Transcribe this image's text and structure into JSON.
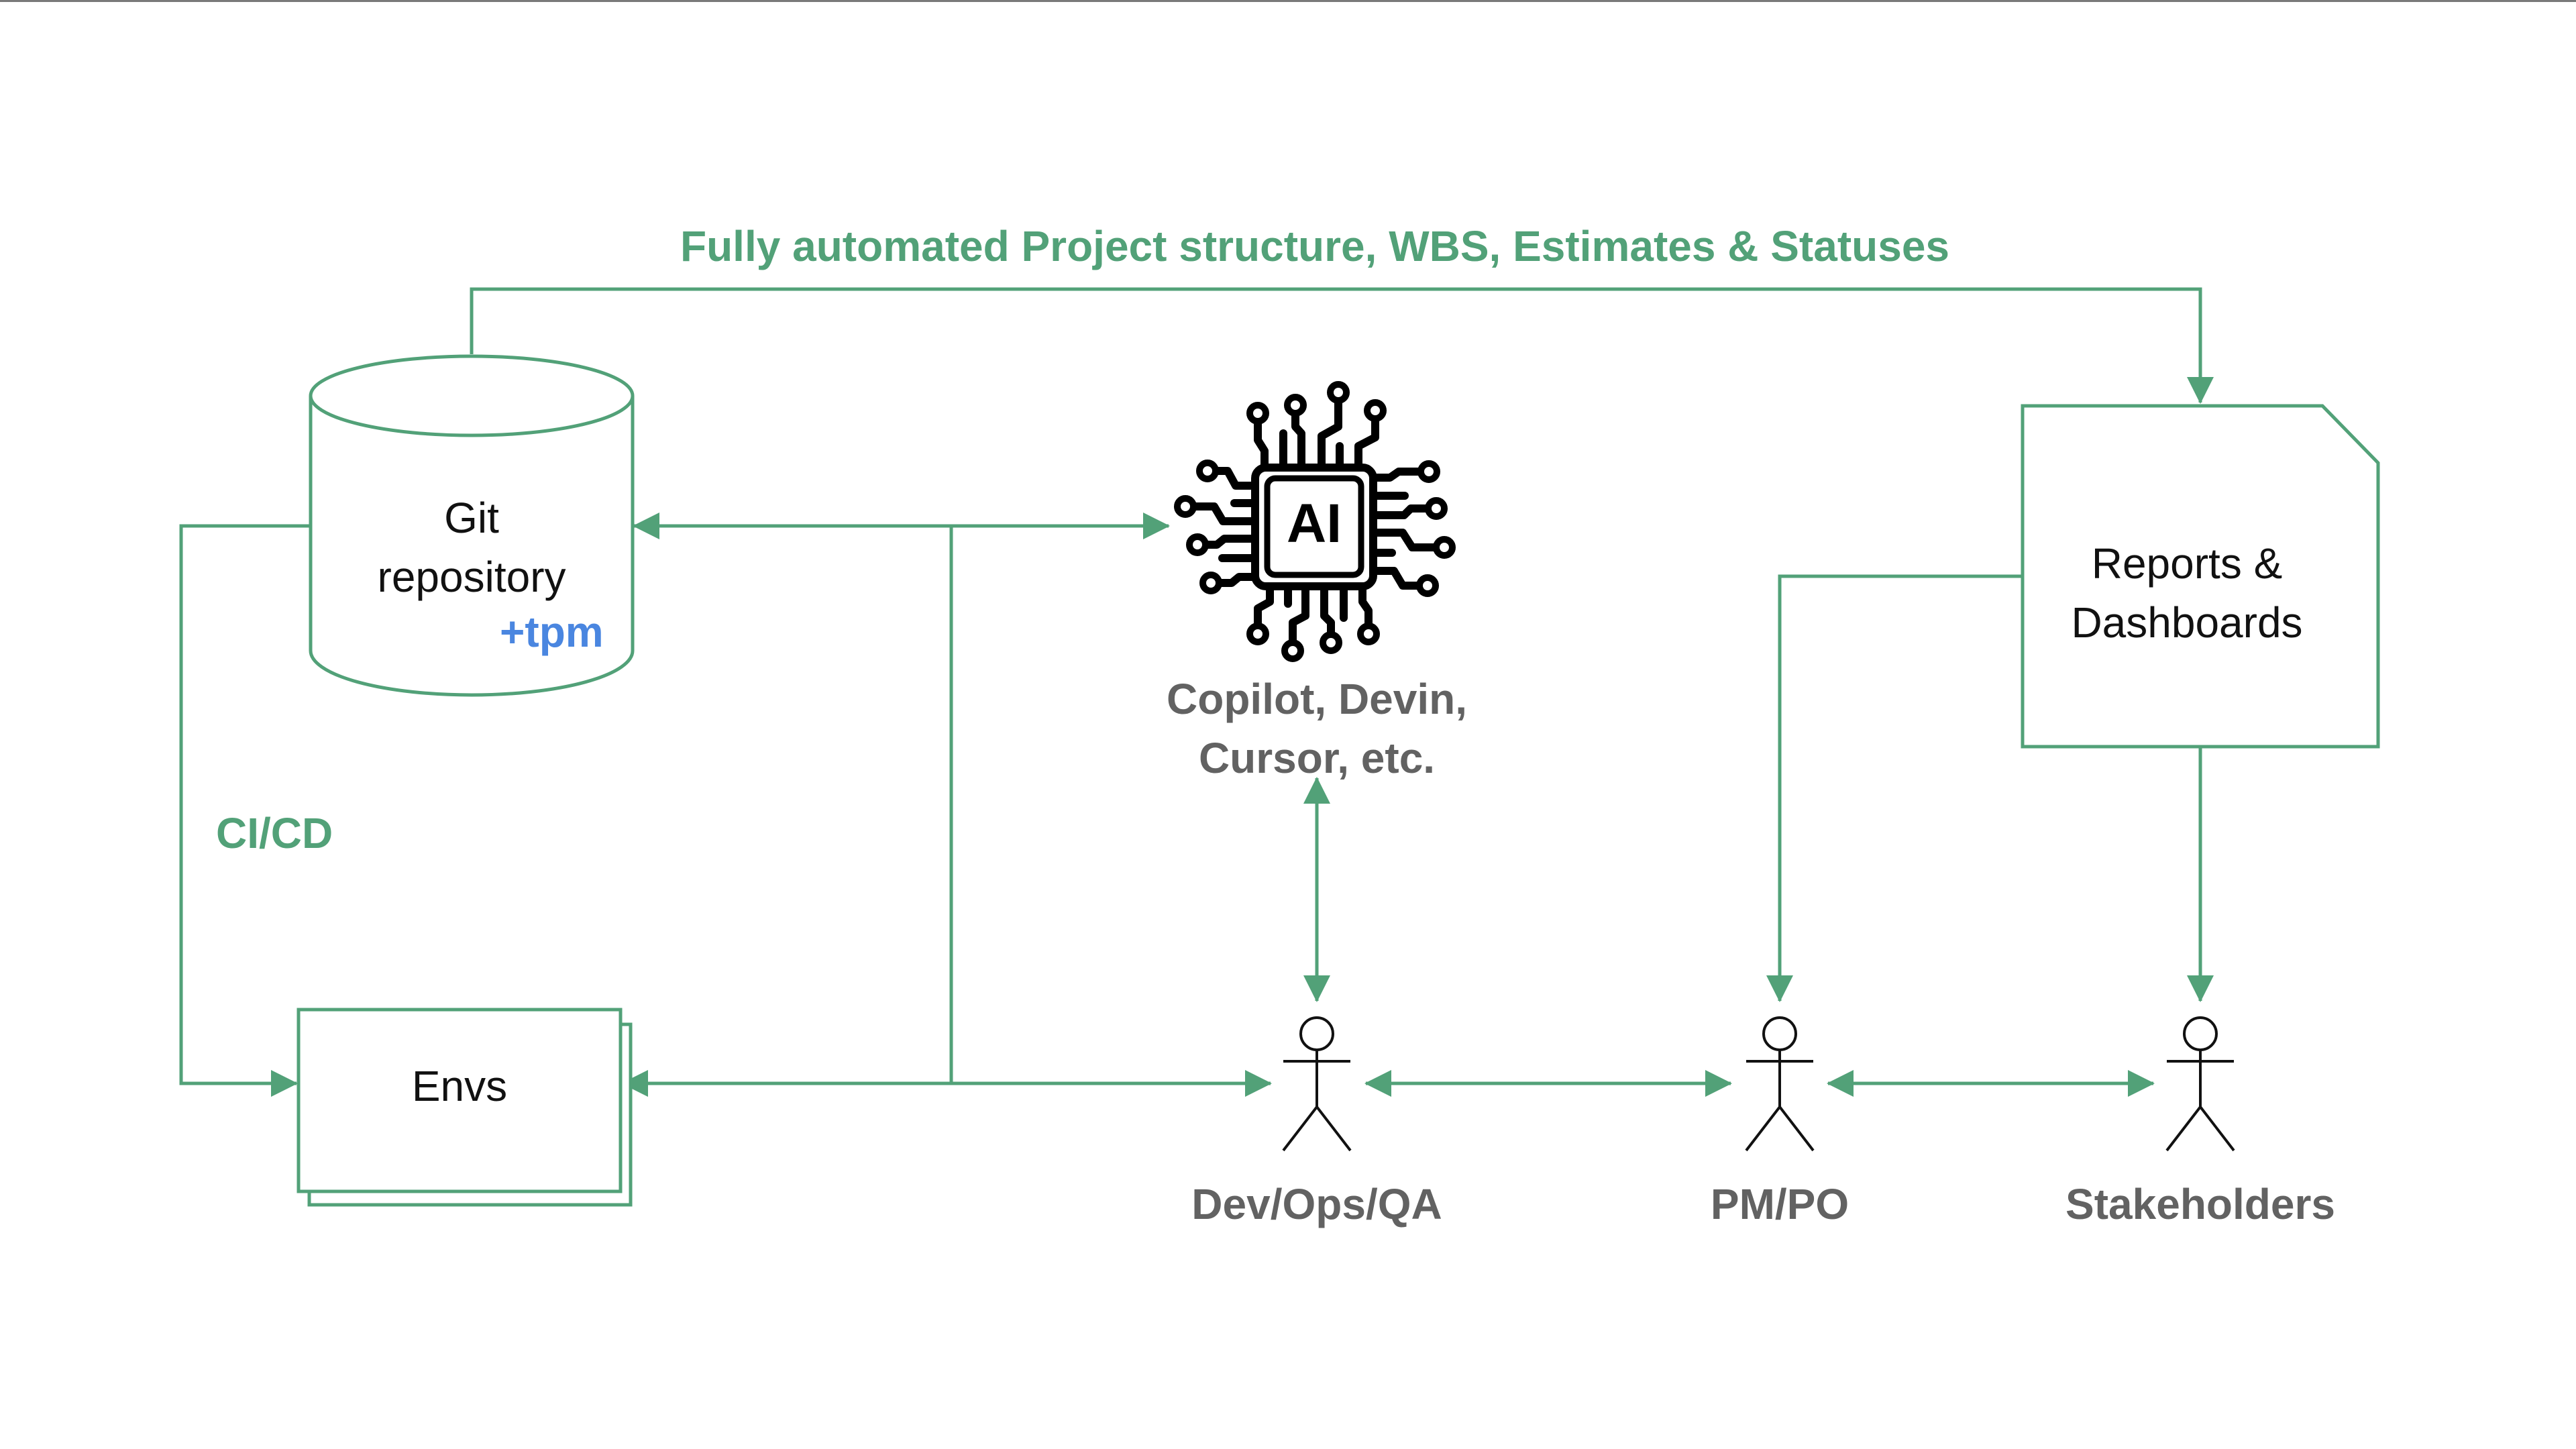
{
  "title": "Fully automated Project structure, WBS, Estimates & Statuses",
  "colors": {
    "connector": "#52a178",
    "accent_blue": "#4a86e0",
    "label_gray": "#626262",
    "text": "#111111"
  },
  "nodes": {
    "git_repo": {
      "line1": "Git",
      "line2": "repository",
      "badge": "+tpm",
      "shape": "cylinder"
    },
    "envs": {
      "label": "Envs",
      "shape": "stacked-rectangles"
    },
    "reports": {
      "line1": "Reports &",
      "line2": "Dashboards",
      "shape": "cut-corner-document"
    },
    "ai": {
      "icon": "ai-chip-icon",
      "chip_text": "AI",
      "line1": "Copilot, Devin,",
      "line2": "Cursor, etc."
    }
  },
  "actors": [
    {
      "id": "dev",
      "label": "Dev/Ops/QA"
    },
    {
      "id": "pm",
      "label": "PM/PO"
    },
    {
      "id": "stakeholders",
      "label": "Stakeholders"
    }
  ],
  "edge_labels": {
    "cicd": "CI/CD"
  },
  "edges": [
    {
      "from": "git_repo",
      "to": "reports",
      "label": "title"
    },
    {
      "from": "git_repo",
      "to": "envs",
      "label": "CI/CD"
    },
    {
      "from": "hub",
      "to": "git_repo"
    },
    {
      "from": "hub",
      "to": "ai"
    },
    {
      "from": "hub",
      "to": "envs"
    },
    {
      "from": "hub",
      "to": "dev"
    },
    {
      "from": "ai",
      "to": "dev",
      "bidirectional": true
    },
    {
      "from": "dev",
      "to": "pm",
      "bidirectional": true
    },
    {
      "from": "pm",
      "to": "stakeholders",
      "bidirectional": true
    },
    {
      "from": "reports",
      "to": "pm"
    },
    {
      "from": "reports",
      "to": "stakeholders"
    }
  ]
}
